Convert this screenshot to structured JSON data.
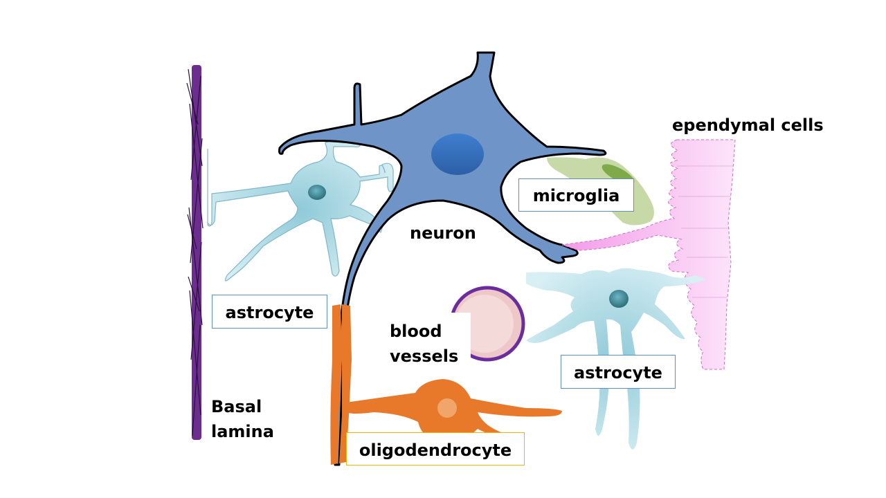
{
  "diagram": {
    "labels": {
      "ependymal": "ependymal cells",
      "microglia": "microglia",
      "neuron": "neuron",
      "astrocyte_left": "astrocyte",
      "astrocyte_right": "astrocyte",
      "blood_vessels_line1": "blood",
      "blood_vessels_line2": "vessels",
      "basal_line1": "Basal",
      "basal_line2": "lamina",
      "oligodendrocyte": "oligodendrocyte"
    },
    "colors": {
      "neuron": "#6f95c8",
      "neuron_nucleus": "#3a6fb8",
      "astrocyte": "#a9d8e3",
      "astrocyte_nucleus": "#3d8a96",
      "basal_lamina": "#6b2d8e",
      "oligodendrocyte": "#e8792a",
      "blood_vessel_fill": "#eec8c8",
      "blood_vessel_border": "#6b2d9e",
      "microglia": "#c7d9a6",
      "microglia_nucleus": "#7faa4a",
      "ependymal": "#f6b7ef"
    }
  }
}
